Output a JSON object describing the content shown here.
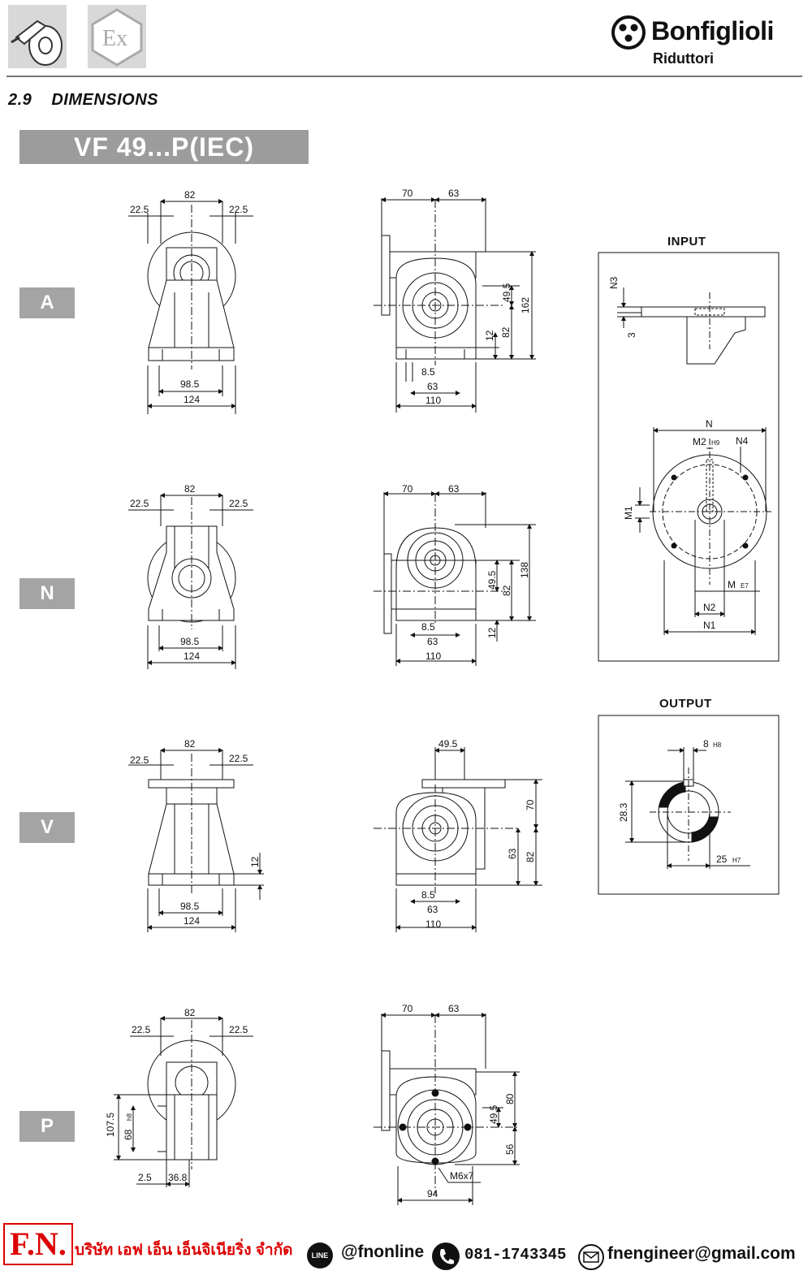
{
  "header": {
    "brand_name": "Bonfiglioli",
    "brand_sub": "Riduttori"
  },
  "section": {
    "number": "2.9",
    "title": "DIMENSIONS"
  },
  "model": "VF 49...P(IEC)",
  "variants": [
    "A",
    "N",
    "V",
    "P"
  ],
  "views": {
    "A_front": {
      "top": "82",
      "left": "22.5",
      "right": "22.5",
      "b1": "98.5",
      "b2": "124"
    },
    "A_side": {
      "t1": "70",
      "t2": "63",
      "d1": "49.5",
      "d2": "162",
      "d3": "12",
      "d4": "82",
      "b1": "8.5",
      "b2": "63",
      "b3": "110"
    },
    "N_front": {
      "top": "82",
      "left": "22.5",
      "right": "22.5",
      "b1": "98.5",
      "b2": "124"
    },
    "N_side": {
      "t1": "70",
      "t2": "63",
      "d1": "49.5",
      "d2": "138",
      "d3": "82",
      "d4": "12",
      "b1": "8.5",
      "b2": "63",
      "b3": "110"
    },
    "V_front": {
      "top": "82",
      "left": "22.5",
      "right": "22.5",
      "h": "12",
      "b1": "98.5",
      "b2": "124"
    },
    "V_side": {
      "t1": "49.5",
      "d1": "70",
      "d2": "63",
      "d3": "82",
      "b1": "8.5",
      "b2": "63",
      "b3": "110"
    },
    "P_front": {
      "top": "82",
      "left": "22.5",
      "right": "22.5",
      "h1": "107.5",
      "h2": "68",
      "h2_tol": "h8",
      "b1": "2.5",
      "b2": "36.8"
    },
    "P_side": {
      "t1": "70",
      "t2": "63",
      "d1": "49.5",
      "d2": "80",
      "d3": "56",
      "thread": "M6x7",
      "b1": "94"
    }
  },
  "input_box": {
    "title": "INPUT",
    "labels": {
      "n3": "N3",
      "three": "3",
      "n": "N",
      "m2": "M2",
      "m2_tol": "H9",
      "n4": "N4",
      "m1": "M1",
      "m": "M",
      "m_tol": "E7",
      "n2": "N2",
      "n1": "N1"
    }
  },
  "output_box": {
    "title": "OUTPUT",
    "labels": {
      "key": "8",
      "key_tol": "H8",
      "depth": "28.3",
      "bore": "25",
      "bore_tol": "H7"
    }
  },
  "footer": {
    "logo": "F.N.",
    "company": "บริษัท เอฟ เอ็น เอ็นจิเนียริ่ง จำกัด",
    "line_badge": "LINE",
    "line_id": "@fnonline",
    "phone": "081-1743345",
    "email": "fnengineer@gmail.com"
  }
}
